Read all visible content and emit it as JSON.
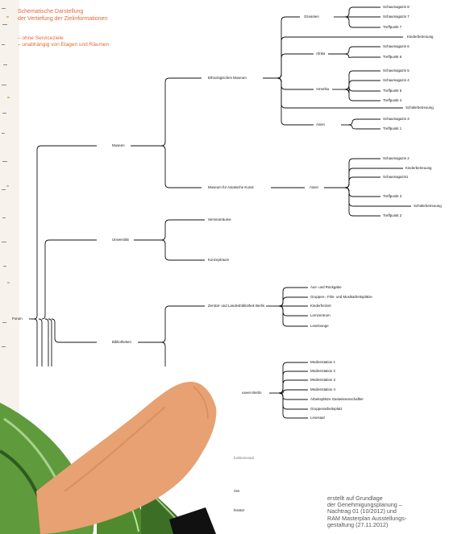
{
  "header": {
    "title_line1": "Schematische Darstellung",
    "title_line2": "der Vertiefung der Zielinformationen",
    "bullet1": "– ohne Serviceziele",
    "bullet2": "– unabhängig von Etagen und Räumen"
  },
  "nodes": {
    "forum": "Forum",
    "museen": "Museen",
    "universitaet": "Universität",
    "bibliotheken": "Bibliotheken",
    "ethno": "Ethnologisches Museum",
    "asiatisch": "Museum für Asiatische Kunst",
    "seminar": "Seminarräume",
    "konzept": "Konzeptraum",
    "zlb": "Zentral- und Landesbibliothek Berlin",
    "ozeanien": "Ozeanien",
    "afrika": "Afrika",
    "amerika": "Amerika",
    "asien": "Asien",
    "asien2": "Asien",
    "sm8": "Schaumagazin 8",
    "sm7": "Schaumagazin 7",
    "tp7": "Treffpunkt 7",
    "kb1": "Kinderbetreuung",
    "sm6": "Schaumagazin 6",
    "tp6": "Treffpunkt 6",
    "sm5": "Schaumagazin 5",
    "sm4": "Schaumagazin 4",
    "tp5": "Treffpunkt 5",
    "tp4": "Treffpunkt 4",
    "sb1": "Schülerbetreuung",
    "sm3": "Schaumagazin 3",
    "tp1": "Treffpunkt 1",
    "sm2": "Schaumagazin 2",
    "kb2": "Kinderbetreuung",
    "sm1": "Schaumagazin1",
    "tp3": "Treffpunkt 3",
    "sb2": "Schülerbetreuung",
    "tp2": "Treffpunkt 2",
    "ausleihe": "Aus- und Rückgabe",
    "gruppen": "Gruppen-, Film- und Musikarbeitsplätze",
    "kinderfreizeit": "Kinderfreizeit",
    "lernzentrum": "Lernzentrum",
    "leselounge": "Leselounge",
    "ms1": "Medienstation 1",
    "ms2": "Medienstation 2",
    "ms3": "Medienstation 3",
    "ms4": "Medienstation 4",
    "gastwiss": "Arbeitsplätze Gastwissenschaftler",
    "gruppenarb": "Gruppenarbeitsplatz",
    "lesesaal": "Lesesaal",
    "useen": "useen Berlin",
    "funktion": "funktionsraal",
    "rien": "rien",
    "fenster": "fenster"
  },
  "note": {
    "line1": "erstellt auf Grundlage",
    "line2": "der Genehmigungsplanung –",
    "line3": "Nachtrag 01 (10/2012) und",
    "line4": "RAM Masterplan Ausstellungs-",
    "line5": "gestaltung (27.11.2012)"
  },
  "colors": {
    "accent": "#e06a3a",
    "text": "#111111",
    "leaf": "#5f9a3c",
    "hand": "#e7a172"
  }
}
